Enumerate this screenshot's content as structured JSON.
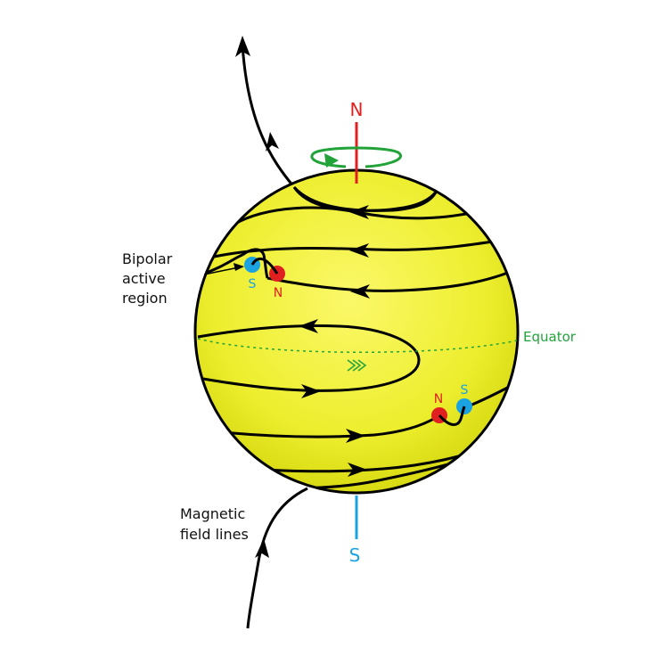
{
  "labels": {
    "north_pole": "N",
    "south_pole": "S",
    "equator": "Equator",
    "bipolar_line1": "Bipolar",
    "bipolar_line2": "active",
    "bipolar_line3": "region",
    "magnetic_line1": "Magnetic",
    "magnetic_line2": "field lines",
    "spot_upper_s": "S",
    "spot_upper_n": "N",
    "spot_lower_n": "N",
    "spot_lower_s": "S"
  },
  "colors": {
    "sphere_center": "#fbf86a",
    "sphere_edge": "#d8da12",
    "field_line": "#000000",
    "north": "#e02020",
    "south": "#1aa3e0",
    "rotation": "#22a33a",
    "equator": "#22a33a"
  },
  "icons": {
    "rotation_arrow": "rotation-arrow-icon",
    "equator_flow": "triple-chevron-right-icon"
  }
}
